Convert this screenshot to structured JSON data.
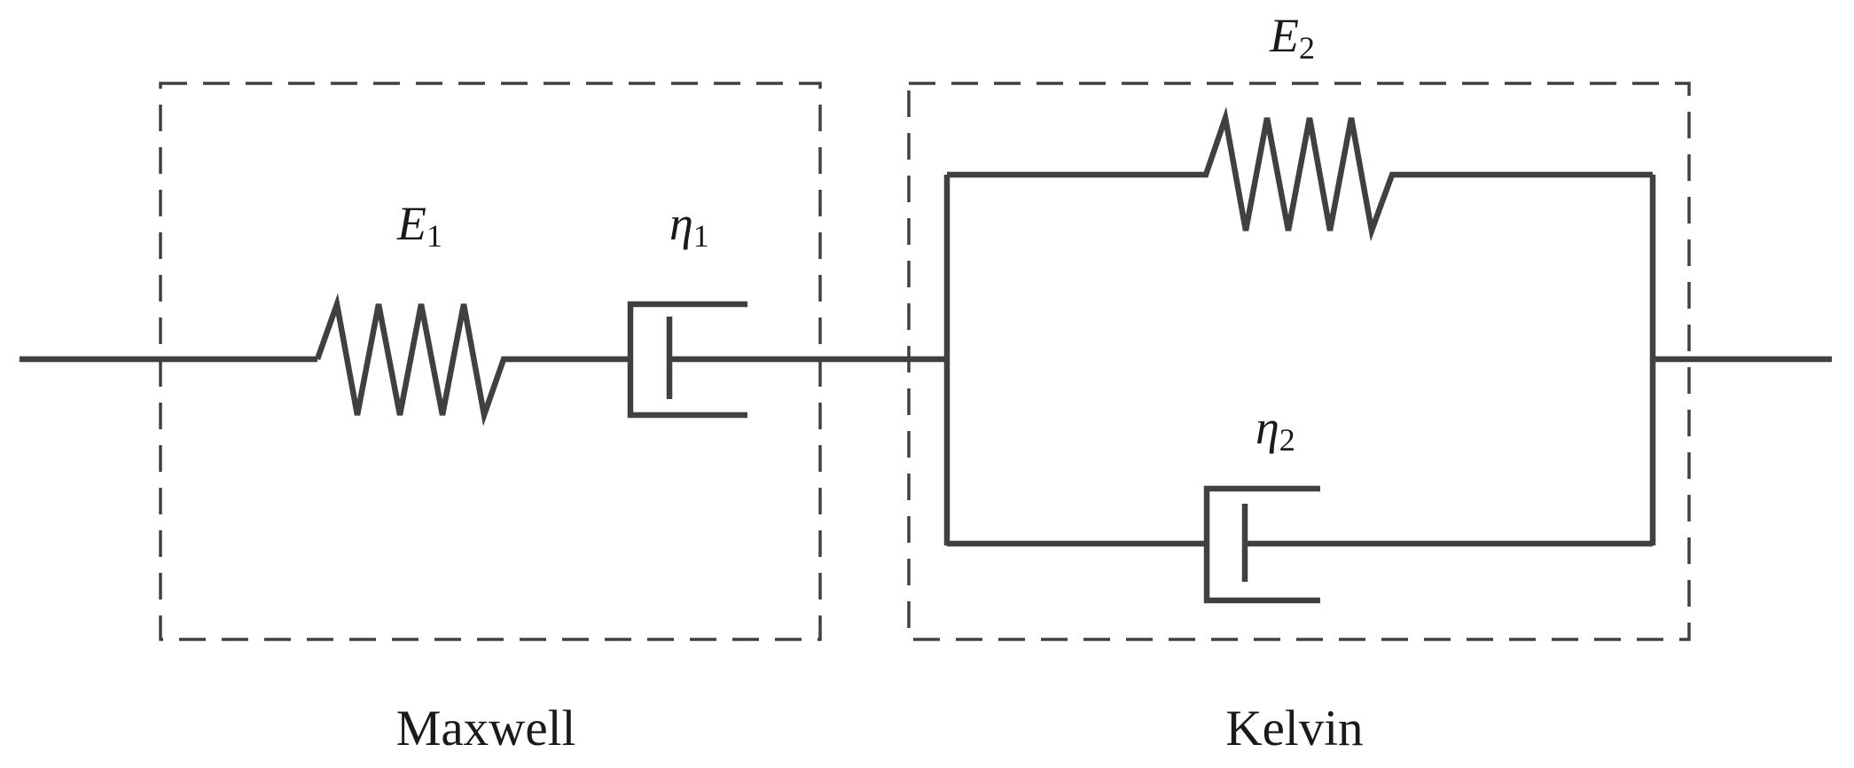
{
  "colors": {
    "stroke": "#404040",
    "text": "#1a1a1a",
    "background": "#ffffff"
  },
  "maxwell": {
    "caption": "Maxwell",
    "spring": {
      "symbol": "E",
      "subscript": "1"
    },
    "dashpot": {
      "symbol": "η",
      "subscript": "1"
    }
  },
  "kelvin": {
    "caption": "Kelvin",
    "spring": {
      "symbol": "E",
      "subscript": "2"
    },
    "dashpot": {
      "symbol": "η",
      "subscript": "2"
    }
  }
}
